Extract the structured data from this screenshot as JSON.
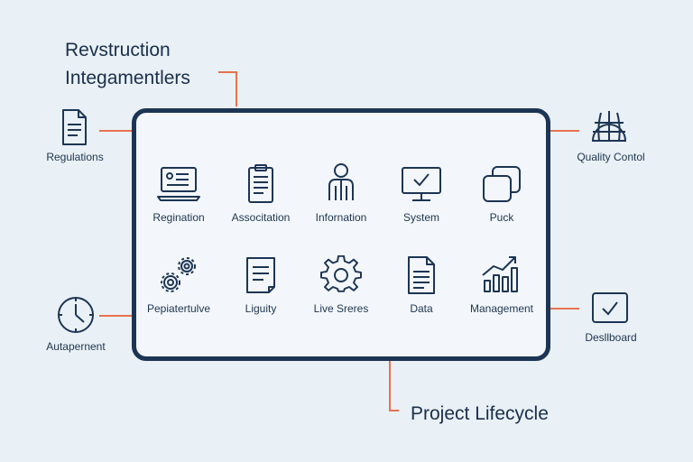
{
  "header": {
    "title_line1": "Revstruction",
    "title_line2": "Integamentlers"
  },
  "footer": {
    "title": "Project Lifecycle"
  },
  "side_nodes": {
    "top_left": "Regulations",
    "bottom_left": "Autapernent",
    "top_right": "Quality Contol",
    "bottom_right": "Desllboard"
  },
  "grid": {
    "row1": [
      "Regination",
      "Associtation",
      "Infornation",
      "System",
      "Puck"
    ],
    "row2": [
      "Pepiatertulve",
      "Liguity",
      "Live Sreres",
      "Data",
      "Management"
    ]
  },
  "colors": {
    "accent": "#e8724f",
    "stroke": "#1d3554",
    "background": "#e9f0f6"
  }
}
